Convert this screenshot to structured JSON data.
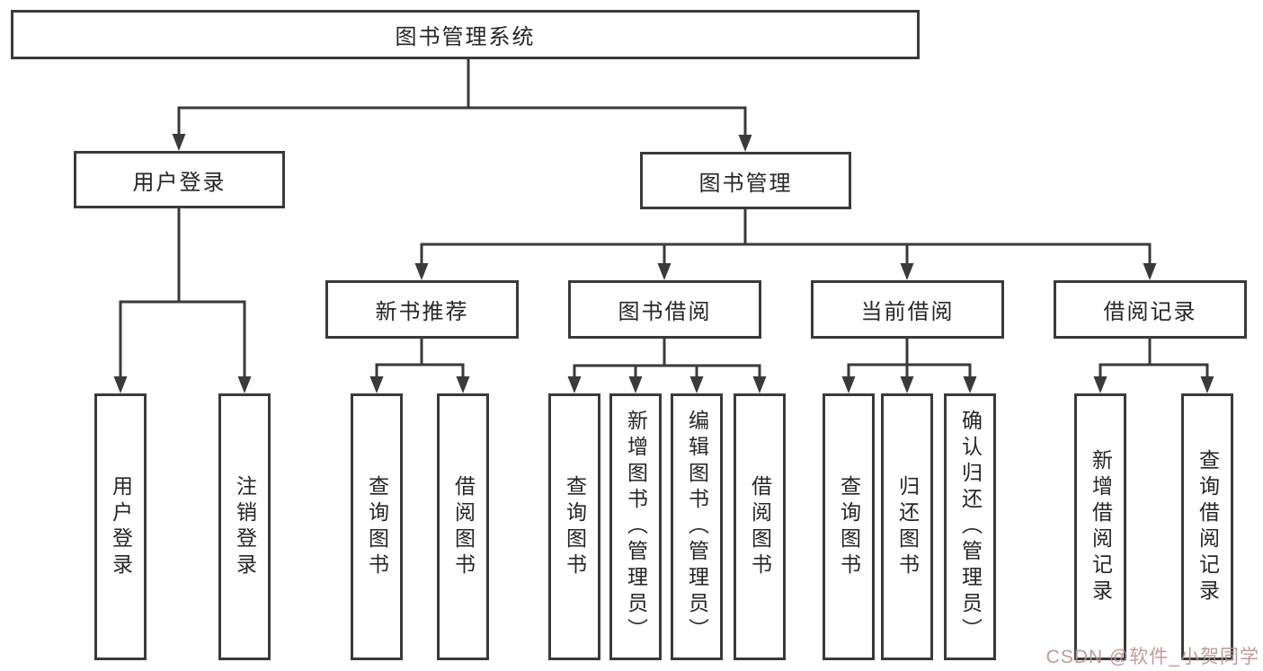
{
  "watermark": "CSDN @软件_小贺同学",
  "colors": {
    "line": "#3a3a3a",
    "border": "#3a3a3a",
    "text": "#262626",
    "watermark": "#b99090",
    "background": "#ffffff"
  },
  "tree": {
    "label": "图书管理系统",
    "children": [
      {
        "label": "用户登录",
        "children": [
          {
            "label": "用户登录"
          },
          {
            "label": "注销登录"
          }
        ]
      },
      {
        "label": "图书管理",
        "children": [
          {
            "label": "新书推荐",
            "children": [
              {
                "label": "查询图书"
              },
              {
                "label": "借阅图书"
              }
            ]
          },
          {
            "label": "图书借阅",
            "children": [
              {
                "label": "查询图书"
              },
              {
                "label": "新增图书（管理员）"
              },
              {
                "label": "编辑图书（管理员）"
              },
              {
                "label": "借阅图书"
              }
            ]
          },
          {
            "label": "当前借阅",
            "children": [
              {
                "label": "查询图书"
              },
              {
                "label": "归还图书"
              },
              {
                "label": "确认归还（管理员）"
              }
            ]
          },
          {
            "label": "借阅记录",
            "children": [
              {
                "label": "新增借阅记录"
              },
              {
                "label": "查询借阅记录"
              }
            ]
          }
        ]
      }
    ]
  }
}
